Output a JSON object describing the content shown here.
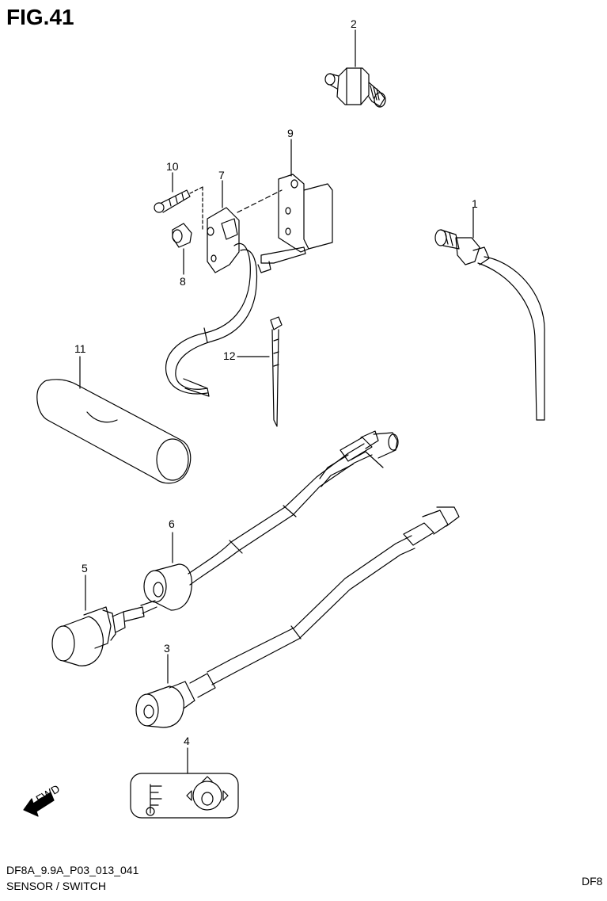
{
  "figure": {
    "title": "FIG.41"
  },
  "footer": {
    "code": "DF8A_9.9A_P03_013_041",
    "description": "SENSOR / SWITCH",
    "right_text": "DF8"
  },
  "parts": [
    {
      "id": "part-1",
      "number": "1"
    },
    {
      "id": "part-2",
      "number": "2"
    },
    {
      "id": "part-3",
      "number": "3"
    },
    {
      "id": "part-4",
      "number": "4"
    },
    {
      "id": "part-5",
      "number": "5"
    },
    {
      "id": "part-6",
      "number": "6"
    },
    {
      "id": "part-7",
      "number": "7"
    },
    {
      "id": "part-8",
      "number": "8"
    },
    {
      "id": "part-9",
      "number": "9"
    },
    {
      "id": "part-10",
      "number": "10"
    },
    {
      "id": "part-11",
      "number": "11"
    },
    {
      "id": "part-12",
      "number": "12"
    }
  ],
  "forward_arrow": {
    "label": "FWD"
  }
}
